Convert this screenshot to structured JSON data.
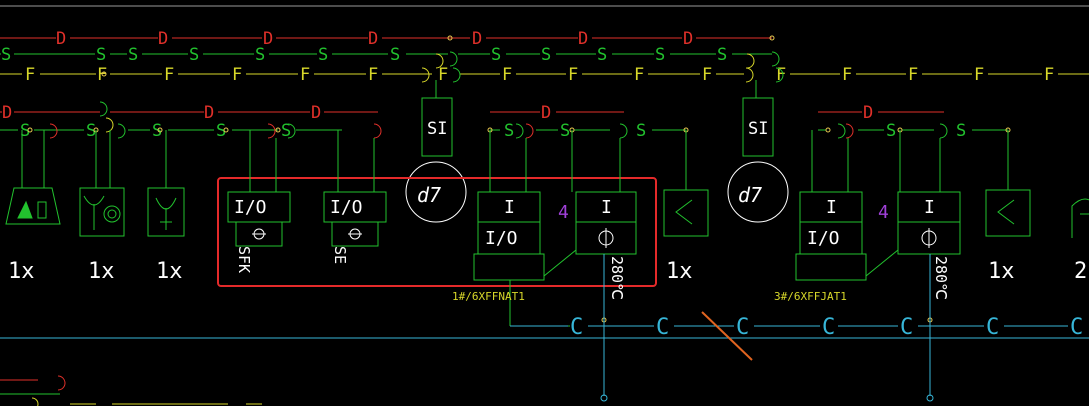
{
  "colors": {
    "background": "#000000",
    "line_d": "#e0302a",
    "line_s": "#22c22e",
    "line_f": "#d8d82a",
    "cyan": "#37b6d8",
    "white": "#ffffff",
    "magenta": "#a040d8",
    "highlight": "#e42a2a",
    "orange": "#e06420",
    "node": "#e8c850"
  },
  "labels": {
    "d": "D",
    "s": "S",
    "f": "F",
    "c": "C",
    "si": "SI",
    "io": "I/O",
    "i": "I",
    "d7": "d7",
    "one_x": "1x",
    "two": "2",
    "four": "4",
    "sfk": "SFK",
    "se": "SE",
    "temp": "280℃",
    "unit1": "1#/6XFFNAT1",
    "unit3": "3#/6XFFJAT1"
  }
}
